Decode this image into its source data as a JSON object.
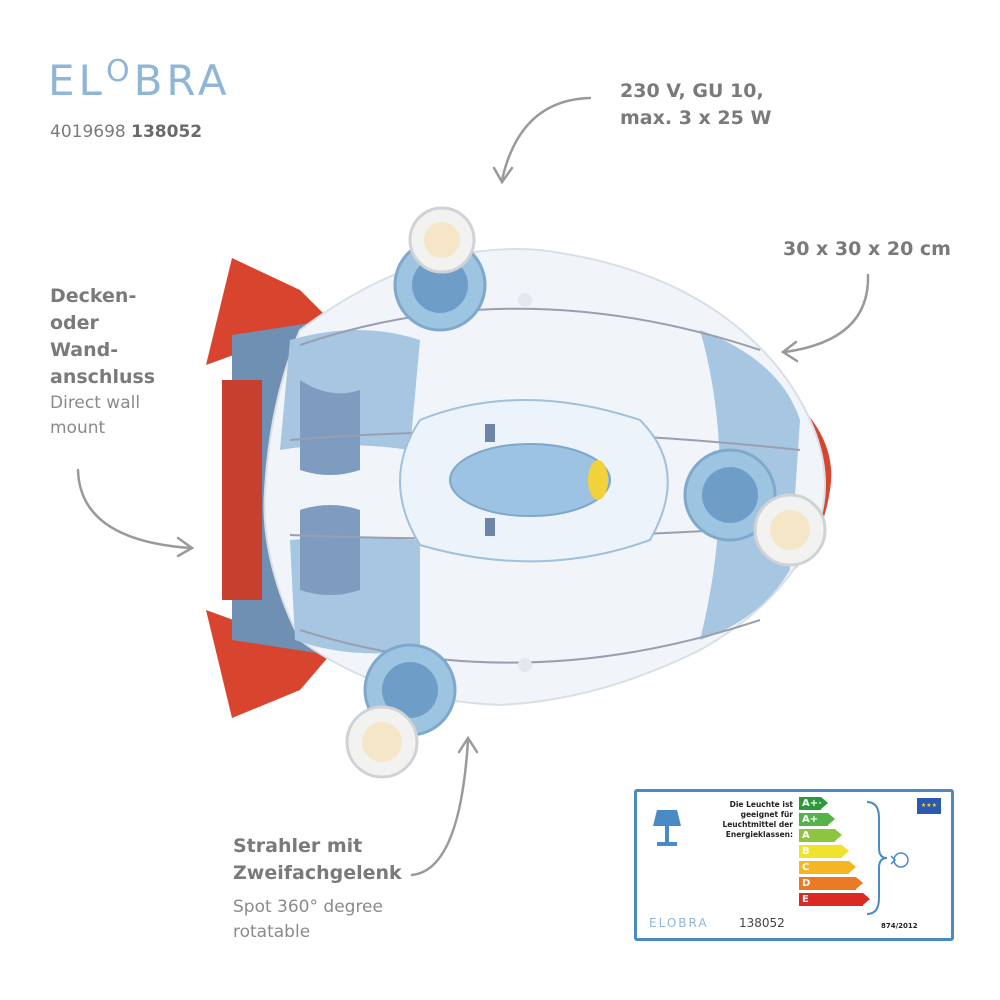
{
  "brand": {
    "before_o": "EL",
    "o": "O",
    "after_o": "BRA"
  },
  "ean": {
    "prefix": "4019698",
    "article": "138052"
  },
  "specs": {
    "voltage_line1": "230 V, GU 10,",
    "voltage_line2": "max. 3 x 25 W",
    "size": "30 x 30 x 20 cm",
    "mount_de_1": "Decken-",
    "mount_de_2": "oder",
    "mount_de_3": "Wand-",
    "mount_de_4": "anschluss",
    "mount_en_1": "Direct wall",
    "mount_en_2": "mount",
    "spot_de_1": "Strahler mit",
    "spot_de_2": "Zweifachgelenk",
    "spot_en_1": "Spot 360° degree",
    "spot_en_2": "rotatable"
  },
  "product_logo_small": "ELOBRA",
  "energy_label": {
    "text_1": "Die Leuchte ist",
    "text_2": "geeignet für",
    "text_3": "Leuchtmittel der",
    "text_4": "Energieklassen:",
    "classes": [
      "A++",
      "A+",
      "A",
      "B",
      "C",
      "D",
      "E"
    ],
    "class_colors": [
      "#2a9a3a",
      "#55b447",
      "#8cc63f",
      "#f1e32b",
      "#f5b624",
      "#ea7a24",
      "#d92a23"
    ],
    "brand": "ELOBRA",
    "code": "138052",
    "regulation": "874/2012",
    "eu_flag": "eu-flag-icon"
  },
  "colors": {
    "accent_blue": "#8fb6d6",
    "fin_red": "#d9442f",
    "body_white": "#f4f6f9",
    "body_blue": "#9ec4e4"
  }
}
